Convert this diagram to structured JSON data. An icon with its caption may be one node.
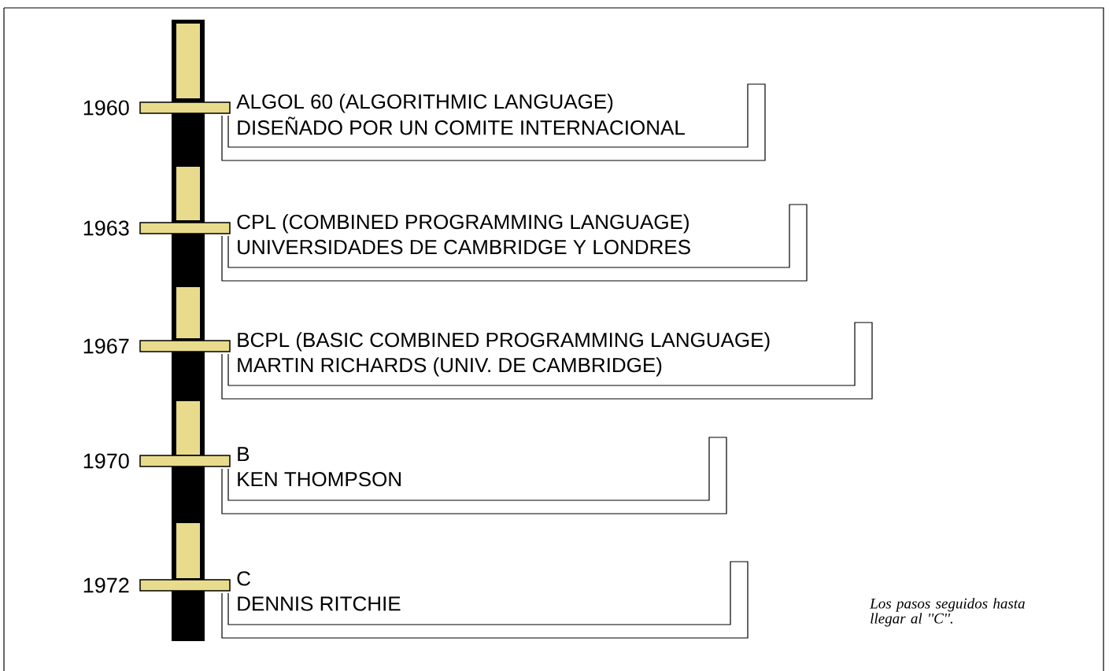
{
  "diagram": {
    "caption": "Los pasos seguidos hasta llegar al ''C''.",
    "nodes": [
      {
        "text": [
          "ALGOL 60 (ALGORITHMIC LANGUAGE)",
          "DISEÑADO POR UN COMITE INTERNACIONAL"
        ]
      },
      {
        "text": [
          "CPL (COMBINED PROGRAMMING LANGUAGE)",
          "UNIVERSIDADES DE CAMBRIDGE Y LONDRES"
        ]
      },
      {
        "text": [
          "BCPL (BASIC COMBINED PROGRAMMING LANGUAGE)",
          "MARTIN RICHARDS (UNIV. DE CAMBRIDGE)"
        ]
      },
      {
        "text": [
          "B",
          "KEN THOMPSON"
        ]
      },
      {
        "text": [
          "C",
          "DENNIS RITCHIE"
        ]
      }
    ],
    "labels": [
      "1960",
      "1963",
      "1967",
      "1970",
      "1972"
    ]
  }
}
